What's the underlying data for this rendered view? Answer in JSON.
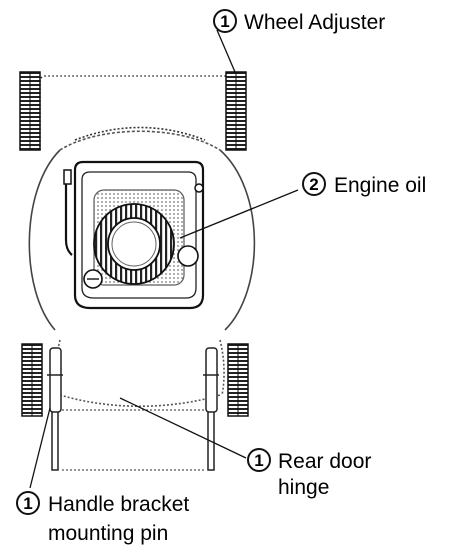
{
  "diagram": {
    "callouts": {
      "wheel_adjuster": {
        "number": "1",
        "label": "Wheel Adjuster"
      },
      "engine_oil": {
        "number": "2",
        "label": "Engine oil"
      },
      "rear_door_hinge": {
        "number": "1",
        "label_line1": "Rear door",
        "label_line2": "hinge"
      },
      "handle_bracket": {
        "number": "1",
        "label_line1": "Handle bracket",
        "label_line2": "mounting pin"
      }
    }
  }
}
